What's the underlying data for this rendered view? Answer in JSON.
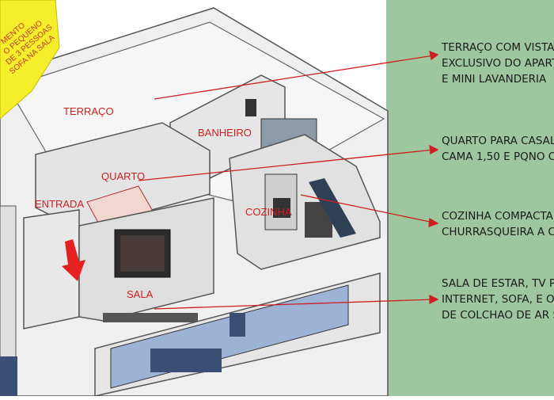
{
  "colors": {
    "annotation": "#cc1f1f",
    "grass": "#9fc79f",
    "wall": "#e9e9e9",
    "badge": "#f5ee2a"
  },
  "badge": {
    "lines": [
      "MENTO",
      "O PEQUENO",
      "DE 3 PESSOAS",
      "SOFA NA SALA"
    ]
  },
  "rooms": {
    "terraco": "TERRAÇO",
    "banheiro": "BANHEIRO",
    "quarto": "QUARTO",
    "entrada": "ENTRADA",
    "cozinha": "COZINHA",
    "sala": "SALA"
  },
  "notes": [
    {
      "lines": [
        "TERRAÇO COM VISTA",
        "EXCLUSIVO DO APART",
        "E MINI LAVANDERIA"
      ]
    },
    {
      "lines": [
        "QUARTO PARA CASAL",
        "CAMA 1,50 E PQNO C"
      ]
    },
    {
      "lines": [
        "COZINHA COMPACTA",
        "CHURRASQUEIRA A C"
      ]
    },
    {
      "lines": [
        "SALA DE ESTAR, TV PL",
        "INTERNET, SOFA, E O",
        "DE COLCHAO DE AR S"
      ]
    }
  ]
}
